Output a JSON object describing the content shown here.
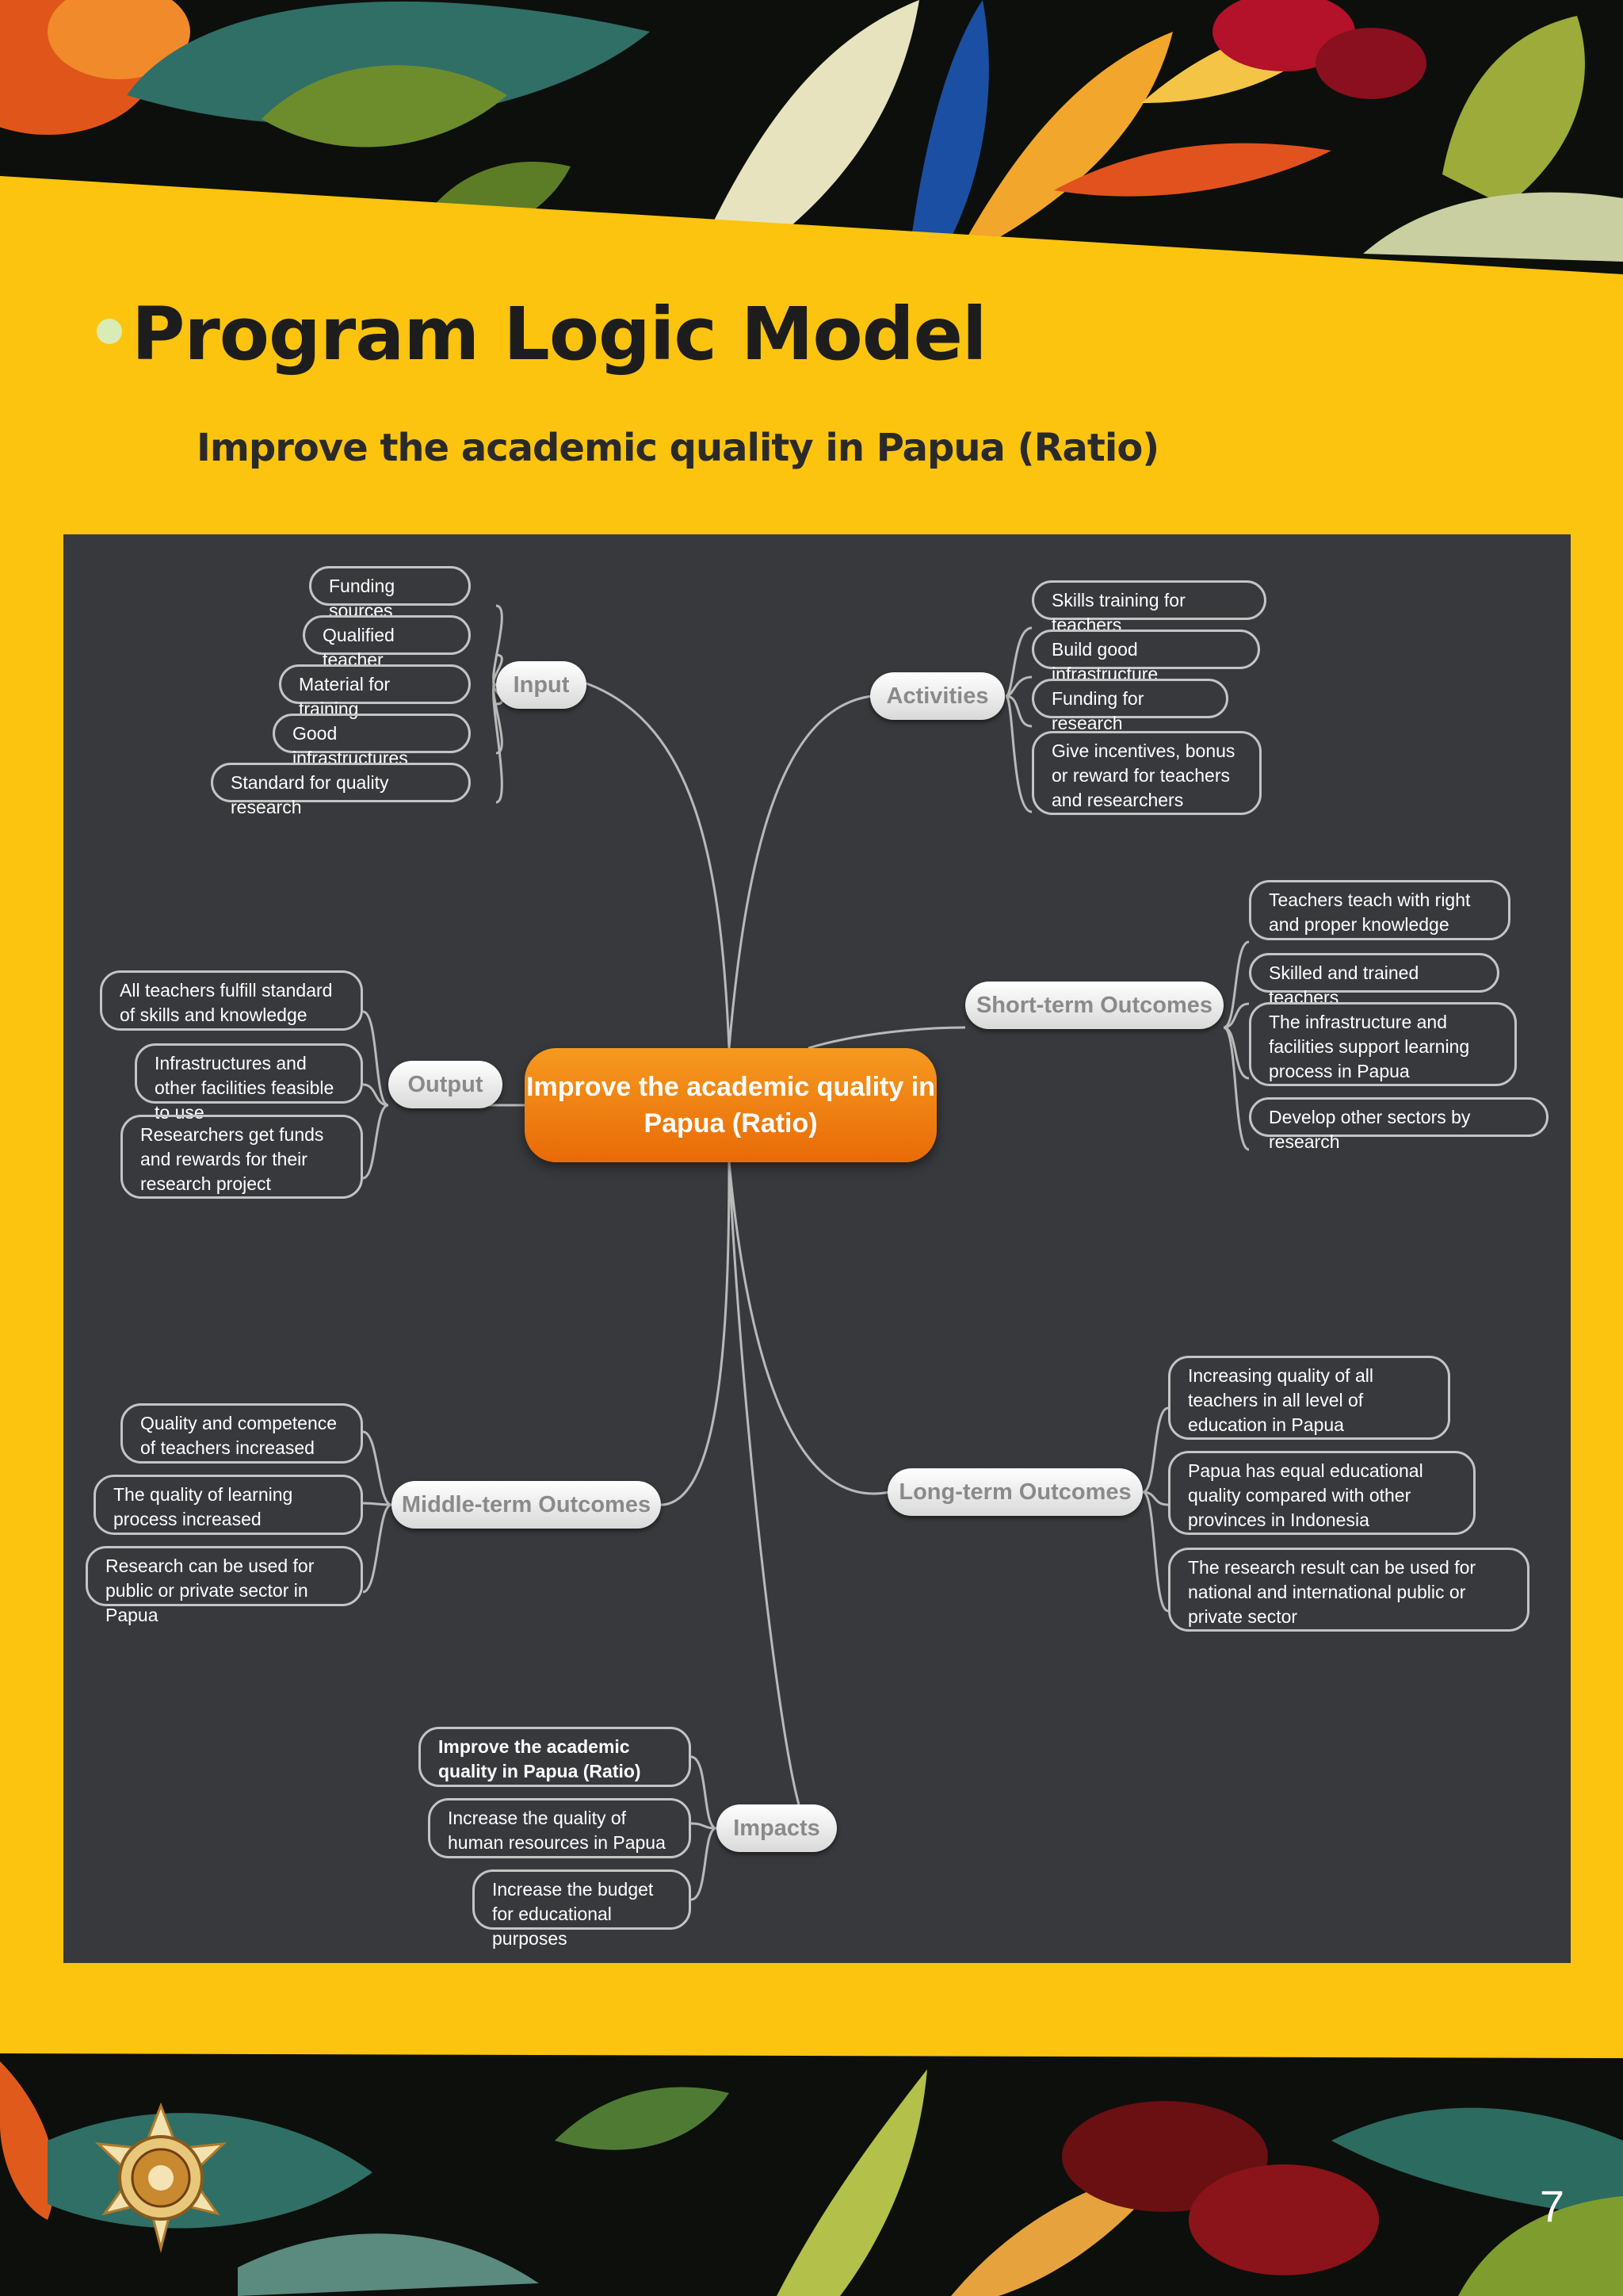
{
  "slide": {
    "title": "Program Logic Model",
    "subtitle": "Improve the academic quality in Papua (Ratio)",
    "page_number": "7",
    "colors": {
      "banner": "#fcc40e",
      "map_background": "#38393d",
      "center_node": "#f07f10",
      "connector": "#b9b9b9"
    }
  },
  "mindmap": {
    "center": "Improve the academic quality in Papua (Ratio)",
    "branches": {
      "input": {
        "label": "Input",
        "items": [
          "Funding sources",
          "Qualified teacher",
          "Material for training",
          "Good infrastructures",
          "Standard for quality research"
        ]
      },
      "activities": {
        "label": "Activities",
        "items": [
          "Skills training for teachers",
          "Build good infrastructure",
          "Funding for research",
          "Give incentives, bonus or reward for teachers and researchers"
        ]
      },
      "output": {
        "label": "Output",
        "items": [
          "All teachers fulfill standard of skills and knowledge",
          "Infrastructures and other facilities feasible to use",
          "Researchers get funds and rewards for their research project"
        ]
      },
      "short_term": {
        "label": "Short-term Outcomes",
        "items": [
          "Teachers teach with right and proper knowledge",
          "Skilled and trained teachers",
          "The infrastructure and facilities support learning process in Papua",
          "Develop other sectors by research"
        ]
      },
      "middle_term": {
        "label": "Middle-term Outcomes",
        "items": [
          "Quality and competence of teachers increased",
          "The quality of learning process increased",
          "Research can be used for public or private sector in Papua"
        ]
      },
      "long_term": {
        "label": "Long-term Outcomes",
        "items": [
          "Increasing quality of all teachers in all level of education in Papua",
          "Papua has equal educational quality compared with other provinces in Indonesia",
          "The research result can be used for national and international public or private sector"
        ]
      },
      "impacts": {
        "label": "Impacts",
        "items": [
          "Improve the academic quality in Papua (Ratio)",
          "Increase the quality of human resources in Papua",
          "Increase the budget for educational purposes"
        ]
      }
    }
  }
}
